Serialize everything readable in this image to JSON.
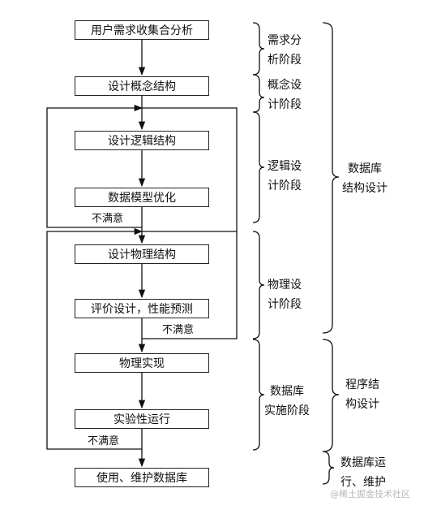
{
  "steps": [
    "用户需求收集合分析",
    "设计概念结构",
    "设计逻辑结构",
    "数据模型优化",
    "设计物理结构",
    "评价设计，性能预测",
    "物理实现",
    "实验性运行",
    "使用、维护数据库"
  ],
  "feedback_label": "不满意",
  "phases": [
    {
      "line1": "需求分",
      "line2": "析阶段"
    },
    {
      "line1": "概念设",
      "line2": "计阶段"
    },
    {
      "line1": "逻辑设",
      "line2": "计阶段"
    },
    {
      "line1": "物理设",
      "line2": "计阶段"
    },
    {
      "line1": "数据库",
      "line2": "实施阶段"
    }
  ],
  "groups": [
    {
      "line1": "数据库",
      "line2": "结构设计"
    },
    {
      "line1": "程序结",
      "line2": "构设计"
    },
    {
      "line1": "数据库运",
      "line2": "行、维护"
    }
  ],
  "watermark": "@稀土掘金技术社区"
}
